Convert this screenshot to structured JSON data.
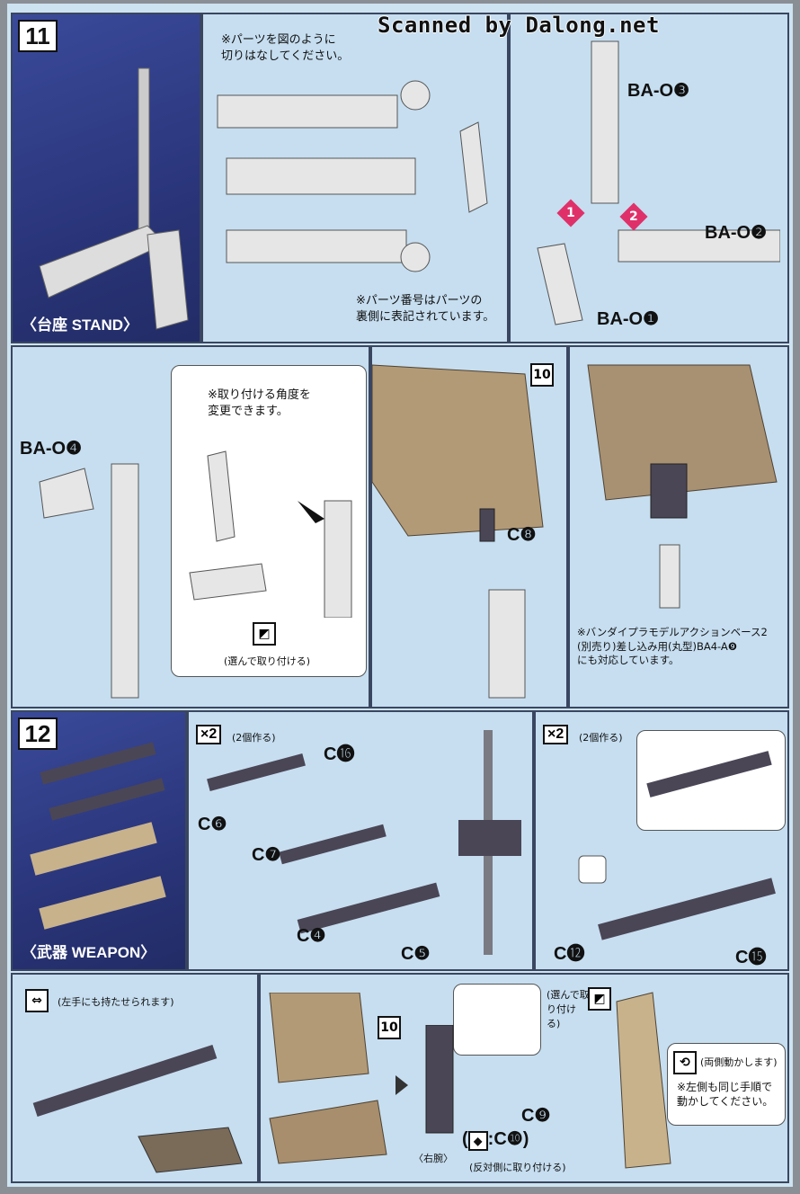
{
  "watermark": "Scanned by Dalong.net",
  "step11": {
    "number": "11",
    "title": "〈台座 STAND〉",
    "note_cut": "※パーツを図のように\n切りはなしてください。",
    "note_number": "※パーツ番号はパーツの\n裏側に表記されています。",
    "part_labels": [
      {
        "code": "BA-O",
        "num": "❸"
      },
      {
        "code": "BA-O",
        "num": "❷"
      },
      {
        "code": "BA-O",
        "num": "❶"
      }
    ],
    "badges": [
      "1",
      "2"
    ]
  },
  "step11b": {
    "part_label": {
      "code": "BA-O",
      "num": "❹"
    },
    "bubble_note": "※取り付ける角度を\n変更できます。",
    "choose_note": "(選んで取り付ける)",
    "ref_step": "10",
    "c8": {
      "code": "C",
      "num": "❽"
    },
    "bandai_note": "※バンダイプラモデルアクションベース2\n(別売り)差し込み用(丸型)BA4-A❾\nにも対応しています。"
  },
  "step12": {
    "number": "12",
    "title": "〈武器 WEAPON〉",
    "mult1": "×2",
    "mult1_note": "(2個作る)",
    "mult2": "×2",
    "mult2_note": "(2個作る)",
    "labels": [
      {
        "code": "C",
        "num": "⓰"
      },
      {
        "code": "C",
        "num": "❻"
      },
      {
        "code": "C",
        "num": "❼"
      },
      {
        "code": "C",
        "num": "❹"
      },
      {
        "code": "C",
        "num": "❺"
      },
      {
        "code": "C",
        "num": "⓬"
      },
      {
        "code": "C",
        "num": "⓯"
      }
    ]
  },
  "step12b": {
    "left_note": "(左手にも持たせられます)",
    "ref_step": "10",
    "right_arm": "〈右腕〉",
    "c9": {
      "code": "C",
      "num": "❾"
    },
    "c10_label": ":C",
    "c10_num": "❿",
    "opposite_note": "(反対側に取り付ける)",
    "choose_note": "(選んで取り付ける)",
    "both_sides": "(両側動かします)",
    "left_same": "※左側も同じ手順で\n動かしてください。"
  }
}
